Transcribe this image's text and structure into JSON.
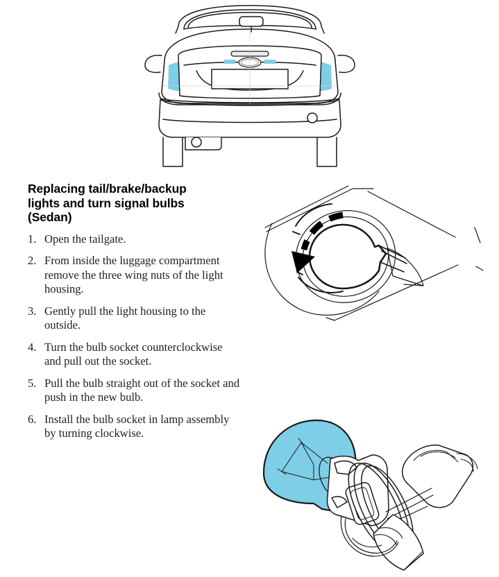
{
  "document": {
    "type": "vehicle-owner-manual-page",
    "background_color": "#ffffff",
    "text_color": "#1f1f1f"
  },
  "heading": {
    "line1": "Replacing tail/brake/backup",
    "line2": "lights and turn signal bulbs",
    "line3": "(Sedan)",
    "full": "Replacing tail/brake/backup lights and turn signal bulbs (Sedan)"
  },
  "steps": [
    {
      "number": "1.",
      "text": "Open the tailgate."
    },
    {
      "number": "2.",
      "text": "From inside the luggage compartment remove the three wing nuts of the light housing."
    },
    {
      "number": "3.",
      "text": "Gently pull the light housing to the outside."
    },
    {
      "number": "4.",
      "text": "Turn the bulb socket counterclockwise and pull out the socket."
    },
    {
      "number": "5.",
      "text": "Pull the bulb straight out of the socket and push in the new bulb."
    },
    {
      "number": "6.",
      "text": "Install the bulb socket in lamp assembly by turning clockwise."
    }
  ],
  "figures": {
    "car": {
      "name": "sedan-rear-view",
      "description": "Rear view line drawing of a sedan with tail light areas highlighted",
      "highlight_color": "#7ECEE8",
      "line_color": "#1a1a1a",
      "fill_color": "#ffffff"
    },
    "socket": {
      "name": "bulb-socket-rotation",
      "description": "Light housing socket with dashed counterclockwise rotation arrow",
      "arrow_direction": "counterclockwise",
      "line_color": "#1a1a1a",
      "arrow_color": "#000000"
    },
    "bulb": {
      "name": "bulb-and-socket-assembly",
      "description": "Light bulb with highlighted glass envelope seated in socket connector",
      "highlight_color": "#7ECEE8",
      "line_color": "#1a1a1a"
    }
  },
  "colors": {
    "highlight": "#7ECEE8",
    "outline": "#1a1a1a",
    "paper": "#ffffff"
  }
}
